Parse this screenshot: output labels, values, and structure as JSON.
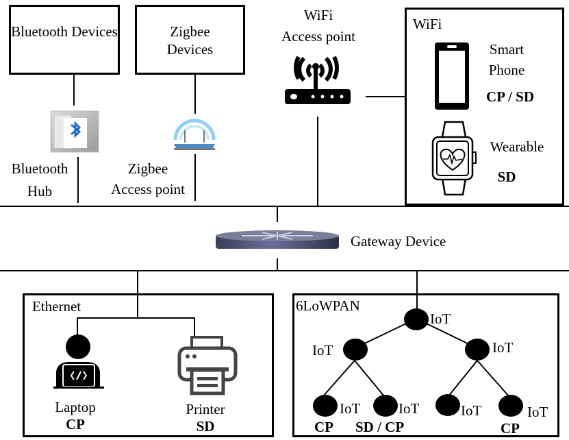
{
  "top": {
    "bluetooth_devices": "Bluetooth Devices",
    "zigbee_devices": "Zigbee Devices",
    "bluetooth_hub": {
      "line1": "Bluetooth",
      "line2": "Hub"
    },
    "zigbee_ap": {
      "line1": "Zigbee",
      "line2": "Access point"
    },
    "wifi_ap": {
      "line1": "WiFi",
      "line2": "Access point"
    }
  },
  "wifi_group": {
    "title": "WiFi",
    "smartphone": {
      "line1": "Smart",
      "line2": "Phone",
      "role": "CP / SD"
    },
    "wearable": {
      "label": "Wearable",
      "role": "SD"
    }
  },
  "gateway": {
    "label": "Gateway Device"
  },
  "ethernet_group": {
    "title": "Ethernet",
    "laptop": {
      "label": "Laptop",
      "role": "CP"
    },
    "printer": {
      "label": "Printer",
      "role": "SD"
    }
  },
  "lowpan_group": {
    "title": "6LoWPAN",
    "nodes": [
      {
        "label": "IoT",
        "role": ""
      },
      {
        "label": "IoT",
        "role": ""
      },
      {
        "label": "IoT",
        "role": ""
      },
      {
        "label": "IoT",
        "role": "CP"
      },
      {
        "label": "IoT",
        "role": "SD / CP"
      },
      {
        "label": "IoT",
        "role": ""
      },
      {
        "label": "IoT",
        "role": "CP"
      }
    ]
  }
}
